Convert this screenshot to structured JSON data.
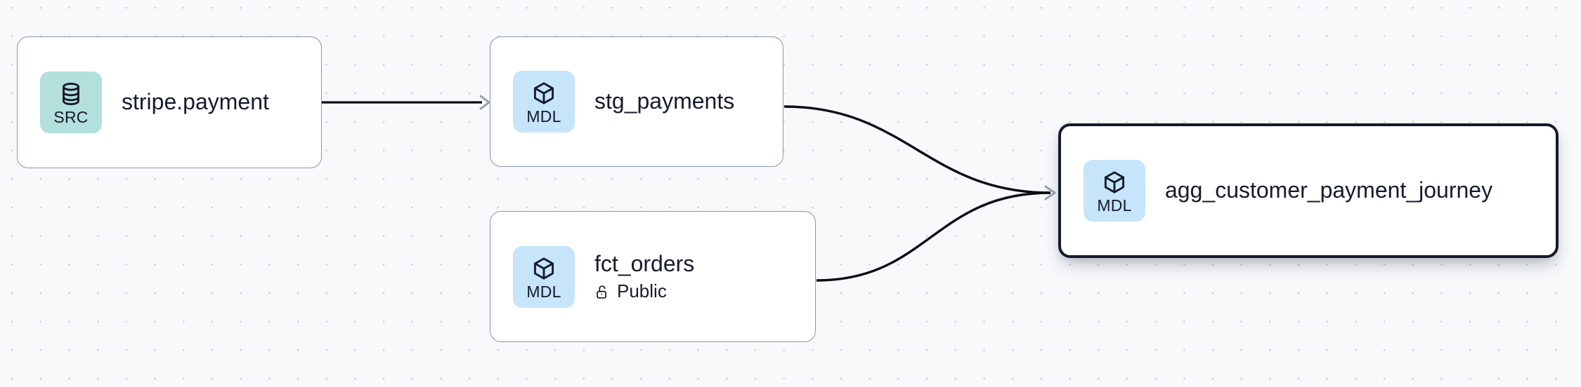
{
  "canvas": {
    "background_color": "#f7f9fb",
    "dot_color": "#c9ced8",
    "edge_color": "#0b0d14",
    "arrow_color": "#9aa1b1"
  },
  "graph": {
    "nodes": [
      {
        "id": "stripe-payment",
        "title": "stripe.payment",
        "badge_label": "SRC",
        "badge_icon": "database-icon",
        "badge_color": "#b3dfdd",
        "selected": false,
        "subtitle": null,
        "subtitle_icon": null
      },
      {
        "id": "stg-payments",
        "title": "stg_payments",
        "badge_label": "MDL",
        "badge_icon": "cube-icon",
        "badge_color": "#c6e5fb",
        "selected": false,
        "subtitle": null,
        "subtitle_icon": null
      },
      {
        "id": "fct-orders",
        "title": "fct_orders",
        "badge_label": "MDL",
        "badge_icon": "cube-icon",
        "badge_color": "#c6e5fb",
        "selected": false,
        "subtitle": "Public",
        "subtitle_icon": "unlock-icon"
      },
      {
        "id": "agg-customer-journey",
        "title": "agg_customer_payment_journey",
        "badge_label": "MDL",
        "badge_icon": "cube-icon",
        "badge_color": "#c6e5fb",
        "selected": true,
        "subtitle": null,
        "subtitle_icon": null
      }
    ],
    "edges": [
      {
        "from": "stripe-payment",
        "to": "stg-payments",
        "style": "straight"
      },
      {
        "from": "stg-payments",
        "to": "agg-customer-journey",
        "style": "bezier"
      },
      {
        "from": "fct-orders",
        "to": "agg-customer-journey",
        "style": "bezier"
      }
    ]
  }
}
